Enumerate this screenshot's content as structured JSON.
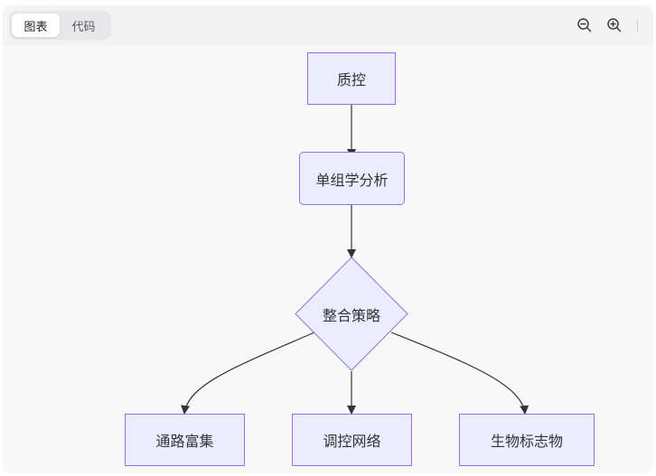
{
  "tabs": [
    {
      "label": "图表",
      "active": true
    },
    {
      "label": "代码",
      "active": false
    }
  ],
  "toolbar": {
    "zoom_out_icon": "zoom-out-icon",
    "zoom_in_icon": "zoom-in-icon"
  },
  "colors": {
    "node_fill": "#ececff",
    "node_border": "#9370db",
    "edge": "#333333"
  },
  "diagram": {
    "nodes": {
      "qc": "质控",
      "single": "单组学分析",
      "decision": "整合策略",
      "pathway": "通路富集",
      "network": "调控网络",
      "marker": "生物标志物"
    },
    "edges": [
      {
        "from": "质控",
        "to": "单组学分析"
      },
      {
        "from": "单组学分析",
        "to": "整合策略"
      },
      {
        "from": "整合策略",
        "to": "通路富集"
      },
      {
        "from": "整合策略",
        "to": "调控网络"
      },
      {
        "from": "整合策略",
        "to": "生物标志物"
      }
    ]
  }
}
